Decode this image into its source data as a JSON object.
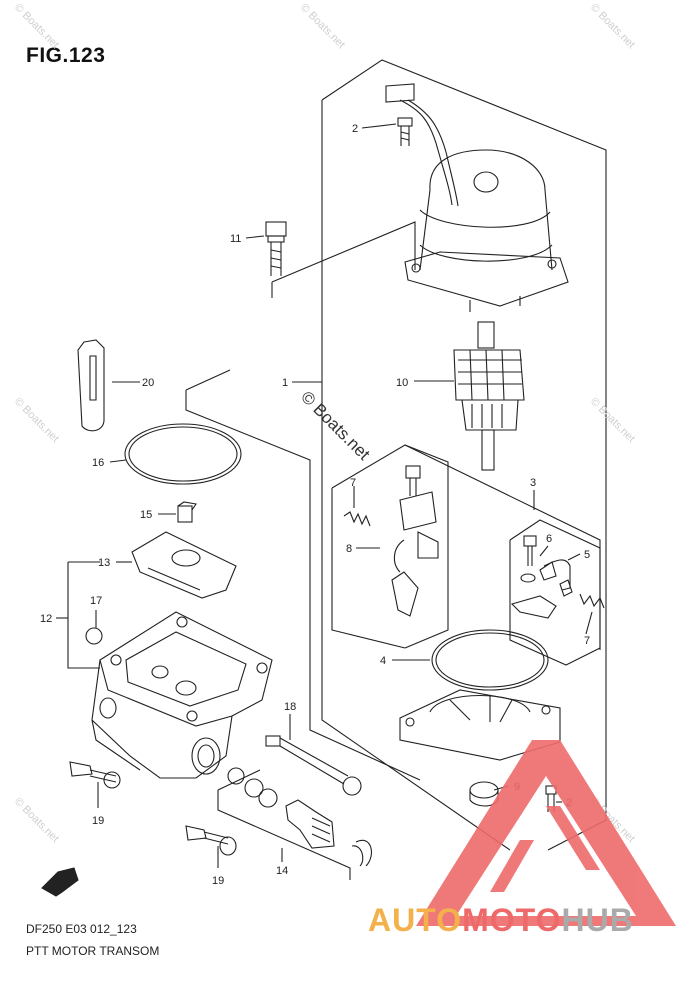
{
  "figure": {
    "title": "FIG.123",
    "code": "DF250 E03 012_123",
    "name": "PTT MOTOR TRANSOM"
  },
  "watermarks": {
    "diagonal": "© Boats.net",
    "center": "© Boats.net"
  },
  "brand": {
    "part1": "AUTO",
    "part2": "MOTO",
    "part3": "HUB",
    "colors": {
      "auto": "#f4b04a",
      "moto": "#ee6a6a",
      "hub": "#aaaaaa",
      "triangle": "#ee6a6a"
    }
  },
  "callouts": {
    "c1": "1",
    "c2a": "2",
    "c2b": "2",
    "c3": "3",
    "c4": "4",
    "c5": "5",
    "c6": "6",
    "c7a": "7",
    "c7b": "7",
    "c8": "8",
    "c9": "9",
    "c10": "10",
    "c11": "11",
    "c12": "12",
    "c13": "13",
    "c14": "14",
    "c15": "15",
    "c16": "16",
    "c17": "17",
    "c18": "18",
    "c19a": "19",
    "c19b": "19",
    "c20": "20"
  },
  "icons": {
    "front_arrow": "fwd-arrow-icon",
    "brand_mark": "triangle-logo-icon"
  }
}
